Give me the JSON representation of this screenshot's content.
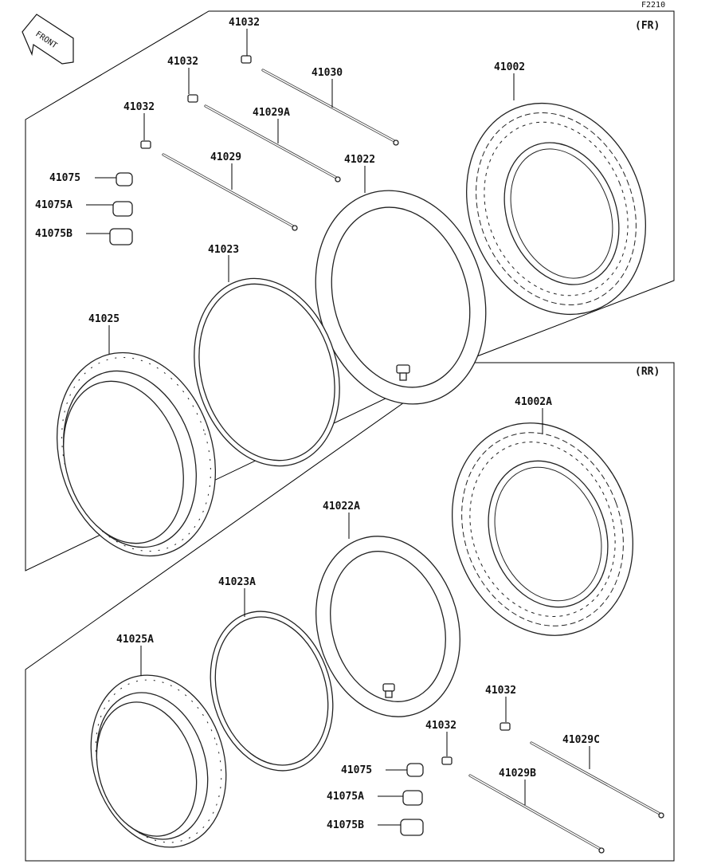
{
  "figure_code": "F2210",
  "front_arrow": "FRONT",
  "sections": {
    "front": "(FR)",
    "rear": "(RR)"
  },
  "callouts": {
    "fr_41032_a": "41032",
    "fr_41032_b": "41032",
    "fr_41032_c": "41032",
    "fr_41030": "41030",
    "fr_41029a": "41029A",
    "fr_41029": "41029",
    "fr_41002": "41002",
    "fr_41022": "41022",
    "fr_41075": "41075",
    "fr_41075a": "41075A",
    "fr_41075b": "41075B",
    "fr_41023": "41023",
    "fr_41025": "41025",
    "rr_41002a": "41002A",
    "rr_41022a": "41022A",
    "rr_41023a": "41023A",
    "rr_41025a": "41025A",
    "rr_41032_a": "41032",
    "rr_41032_b": "41032",
    "rr_41029c": "41029C",
    "rr_41029b": "41029B",
    "rr_41075": "41075",
    "rr_41075a": "41075A",
    "rr_41075b": "41075B"
  }
}
